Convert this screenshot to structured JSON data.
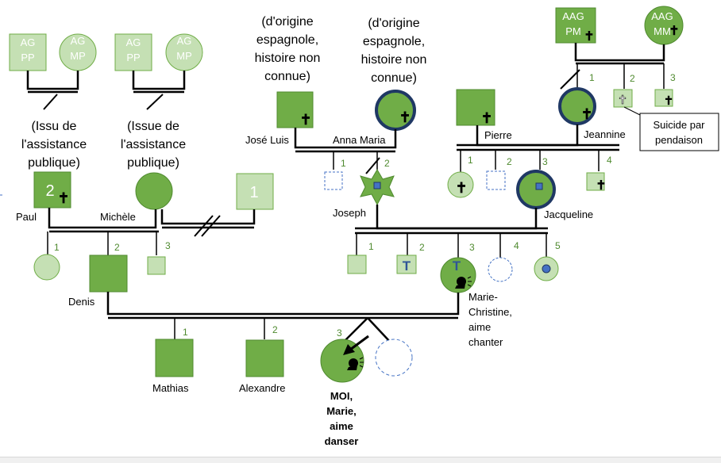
{
  "colors": {
    "dark": "#70ad47",
    "light": "#c5e0b4",
    "line": "#000000",
    "ring": "#1f3864",
    "num": "#4f8a2f",
    "dot": "#4472c4"
  },
  "grandparents_left": {
    "ag_pp": "AG\nPP",
    "ag_mp": "AG\nMP"
  },
  "notes": {
    "paul_origin": "(Issu de\nl'assistance\npublique)",
    "michele_origin": "(Issue de\nl'assistance\npublique)",
    "joseluis_origin": "(d'origine\nespagnole,\nhistoire non\nconnue)",
    "annamaria_origin": "(d'origine\nespagnole,\nhistoire non\nconnue)",
    "suicide": "Suicide par\npendaison"
  },
  "aag": {
    "pm": "AAG\nPM",
    "mm": "AAG\nMM"
  },
  "names": {
    "jose_luis": "José Luis",
    "anna_maria": "Anna Maria",
    "pierre": "Pierre",
    "jeannine": "Jeannine",
    "paul": "Paul",
    "michele": "Michèle",
    "joseph": "Joseph",
    "jacqueline": "Jacqueline",
    "denis": "Denis",
    "marie_christine": "Marie-\nChristine,\naime\nchanter",
    "mathias": "Mathias",
    "alexandre": "Alexandre",
    "moi": "MOI,\nMarie,\naime\ndanser"
  },
  "symbols": {
    "paul_number": "2",
    "michele_partner_number": "1",
    "twin_letter": "T"
  },
  "sibling_numbers": {
    "jeannine_siblings": [
      "1",
      "2",
      "3"
    ],
    "joseph_siblings": [
      "1",
      "2"
    ],
    "jacqueline_siblings": [
      "1",
      "2",
      "3",
      "4"
    ],
    "denis_siblings": [
      "1",
      "2",
      "3"
    ],
    "marie_christine_siblings": [
      "1",
      "2",
      "3",
      "4",
      "5"
    ],
    "moi_siblings": [
      "1",
      "2",
      "3"
    ]
  }
}
